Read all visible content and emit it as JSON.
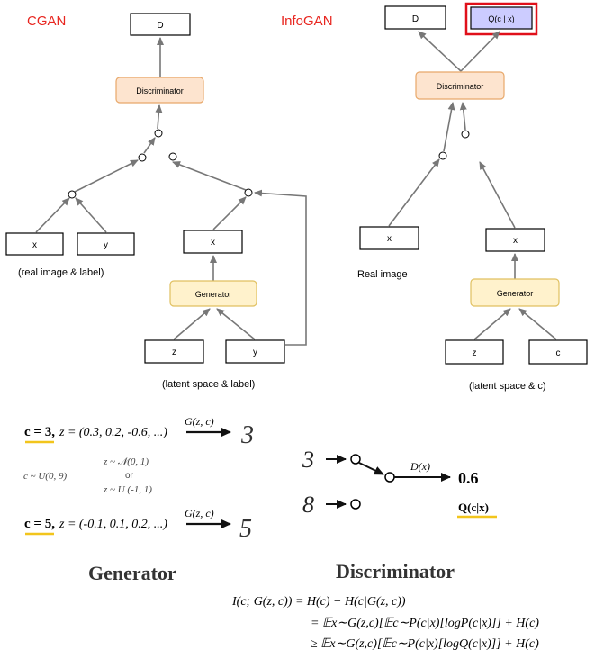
{
  "cgan": {
    "title": "CGAN",
    "d_label": "D",
    "discriminator_label": "Discriminator",
    "generator_label": "Generator",
    "x_real": "x",
    "y_real": "y",
    "x_gen": "x",
    "z_input": "z",
    "y_input": "y",
    "real_caption": "(real image & label)",
    "latent_caption": "(latent space & label)"
  },
  "infogan": {
    "title": "InfoGAN",
    "d_label": "D",
    "q_label": "Q(c | x)",
    "discriminator_label": "Discriminator",
    "generator_label": "Generator",
    "x_real": "x",
    "x_gen": "x",
    "z_input": "z",
    "c_input": "c",
    "real_caption": "Real image",
    "latent_caption": "(latent space & c)"
  },
  "generator_panel": {
    "heading": "Generator",
    "row1_c": "c = 3,",
    "row1_z": "z = (0.3, 0.2, -0.6, ...)",
    "row1_arrow": "G(z, c)",
    "row1_digit": "3",
    "c_dist": "c ~ U(0, 9)",
    "z_dist_1": "z ~ 𝒩(0, 1)",
    "z_or": "or",
    "z_dist_2": "z ~ U (-1, 1)",
    "row2_c": "c = 5,",
    "row2_z": "z = (-0.1, 0.1, 0.2, ...)",
    "row2_arrow": "G(z, c)",
    "row2_digit": "5"
  },
  "discriminator_panel": {
    "heading": "Discriminator",
    "digit_top": "3",
    "digit_bottom": "8",
    "dx_label": "D(x)",
    "output_value": "0.6",
    "q_label": "Q(c|x)"
  },
  "equations": {
    "line1_lhs": "I(c; G(z, c)) = H(c) − H(c|G(z, c))",
    "line2": "= 𝔼x∼G(z,c)[𝔼c∼P(c|x)[logP(c|x)]] + H(c)",
    "line3": "≥ 𝔼x∼G(z,c)[𝔼c∼P(c|x)[logQ(c|x)]] + H(c)"
  },
  "colors": {
    "title_red": "#e8251f",
    "disc_fill": "#fde4cf",
    "disc_stroke": "#e8a86a",
    "gen_fill": "#fff2cc",
    "gen_stroke": "#e0c060",
    "q_fill": "#ccccff",
    "q_border": "#e0101a",
    "arrow": "#777777",
    "underline": "#f2c51c"
  }
}
